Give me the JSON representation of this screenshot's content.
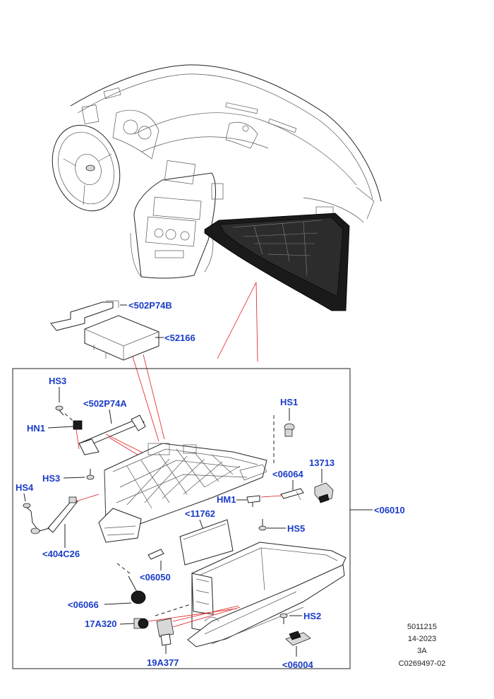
{
  "colors": {
    "label": "#1a3cc8",
    "leader": "#e01818",
    "line": "#222222"
  },
  "labels": {
    "p502P74B": "<502P74B",
    "p52166": "<52166",
    "p502P74A": "<502P74A",
    "HS3_top": "HS3",
    "HN1": "HN1",
    "HS3_mid": "HS3",
    "HS4": "HS4",
    "p404C26": "<404C26",
    "HS1": "HS1",
    "p13713": "13713",
    "p06064": "<06064",
    "HM1": "HM1",
    "p11762": "<11762",
    "HS5": "HS5",
    "p06010": "<06010",
    "p06050": "<06050",
    "p06066": "<06066",
    "p17A320": "17A320",
    "HS2": "HS2",
    "p19A377": "19A377",
    "p06004": "<06004"
  },
  "meta": {
    "line1": "5011215",
    "line2": "14-2023",
    "line3": "3A",
    "line4": "C0269497-02"
  }
}
